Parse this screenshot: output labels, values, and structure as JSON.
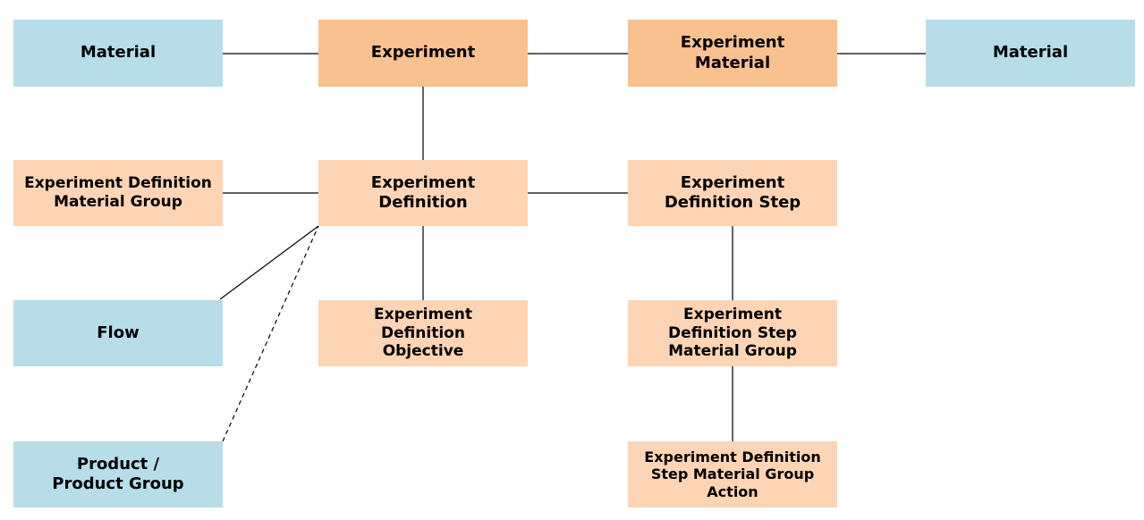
{
  "colors": {
    "external_entity": "#b7dde8",
    "core_entity": "#f9c090",
    "definition_entity": "#fdd4b4",
    "line": "#000000"
  },
  "nodes": {
    "material_left": "Material",
    "experiment": "Experiment",
    "experiment_material": "Experiment Material",
    "material_right": "Material",
    "exp_def_material_group": "Experiment Definition Material Group",
    "experiment_definition": "Experiment Definition",
    "exp_def_step": "Experiment Definition Step",
    "flow": "Flow",
    "exp_def_objective": "Experiment Definition Objective",
    "exp_def_step_material_group": "Experiment Definition Step Material Group",
    "product_group": "Product / Product Group",
    "exp_def_step_material_group_action": "Experiment Definition Step Material Group Action"
  },
  "edges": [
    {
      "from": "material_left",
      "to": "experiment",
      "style": "solid"
    },
    {
      "from": "experiment",
      "to": "experiment_material",
      "style": "solid"
    },
    {
      "from": "experiment_material",
      "to": "material_right",
      "style": "solid"
    },
    {
      "from": "experiment",
      "to": "experiment_definition",
      "style": "solid"
    },
    {
      "from": "exp_def_material_group",
      "to": "experiment_definition",
      "style": "solid"
    },
    {
      "from": "experiment_definition",
      "to": "exp_def_step",
      "style": "solid"
    },
    {
      "from": "experiment_definition",
      "to": "exp_def_objective",
      "style": "solid"
    },
    {
      "from": "flow",
      "to": "experiment_definition",
      "style": "solid"
    },
    {
      "from": "product_group",
      "to": "experiment_definition",
      "style": "dashed"
    },
    {
      "from": "exp_def_step",
      "to": "exp_def_step_material_group",
      "style": "solid"
    },
    {
      "from": "exp_def_step_material_group",
      "to": "exp_def_step_material_group_action",
      "style": "solid"
    }
  ]
}
